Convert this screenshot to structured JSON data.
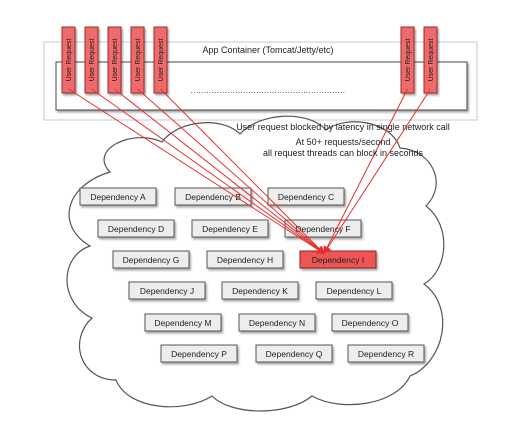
{
  "app_container": {
    "label": "App Container (Tomcat/Jetty/etc)",
    "ellipsis": "..........................................................."
  },
  "user_request_label": "User Request",
  "user_requests": [
    {
      "label": "User Request"
    },
    {
      "label": "User Request"
    },
    {
      "label": "User Request"
    },
    {
      "label": "User Request"
    },
    {
      "label": "User Request"
    },
    {
      "label": "User Request"
    },
    {
      "label": "User Request"
    }
  ],
  "annotations": {
    "line1": "User request blocked by latency in single network call",
    "line2": "At 50+ requests/second",
    "line3": "all request threads can block in seconds"
  },
  "dependencies": [
    {
      "label": "Dependency A",
      "failed": false
    },
    {
      "label": "Dependency B",
      "failed": false
    },
    {
      "label": "Dependency C",
      "failed": false
    },
    {
      "label": "Dependency D",
      "failed": false
    },
    {
      "label": "Dependency E",
      "failed": false
    },
    {
      "label": "Dependency F",
      "failed": false
    },
    {
      "label": "Dependency G",
      "failed": false
    },
    {
      "label": "Dependency H",
      "failed": false
    },
    {
      "label": "Dependency I",
      "failed": true
    },
    {
      "label": "Dependency J",
      "failed": false
    },
    {
      "label": "Dependency K",
      "failed": false
    },
    {
      "label": "Dependency L",
      "failed": false
    },
    {
      "label": "Dependency M",
      "failed": false
    },
    {
      "label": "Dependency N",
      "failed": false
    },
    {
      "label": "Dependency O",
      "failed": false
    },
    {
      "label": "Dependency P",
      "failed": false
    },
    {
      "label": "Dependency Q",
      "failed": false
    },
    {
      "label": "Dependency R",
      "failed": false
    }
  ],
  "colors": {
    "request_fill": "#ef6b6b",
    "request_stroke": "#9c2a2a",
    "failed_fill": "#ee5555",
    "arrow": "#e53030",
    "box_fill": "#ededed",
    "box_stroke": "#555555"
  }
}
